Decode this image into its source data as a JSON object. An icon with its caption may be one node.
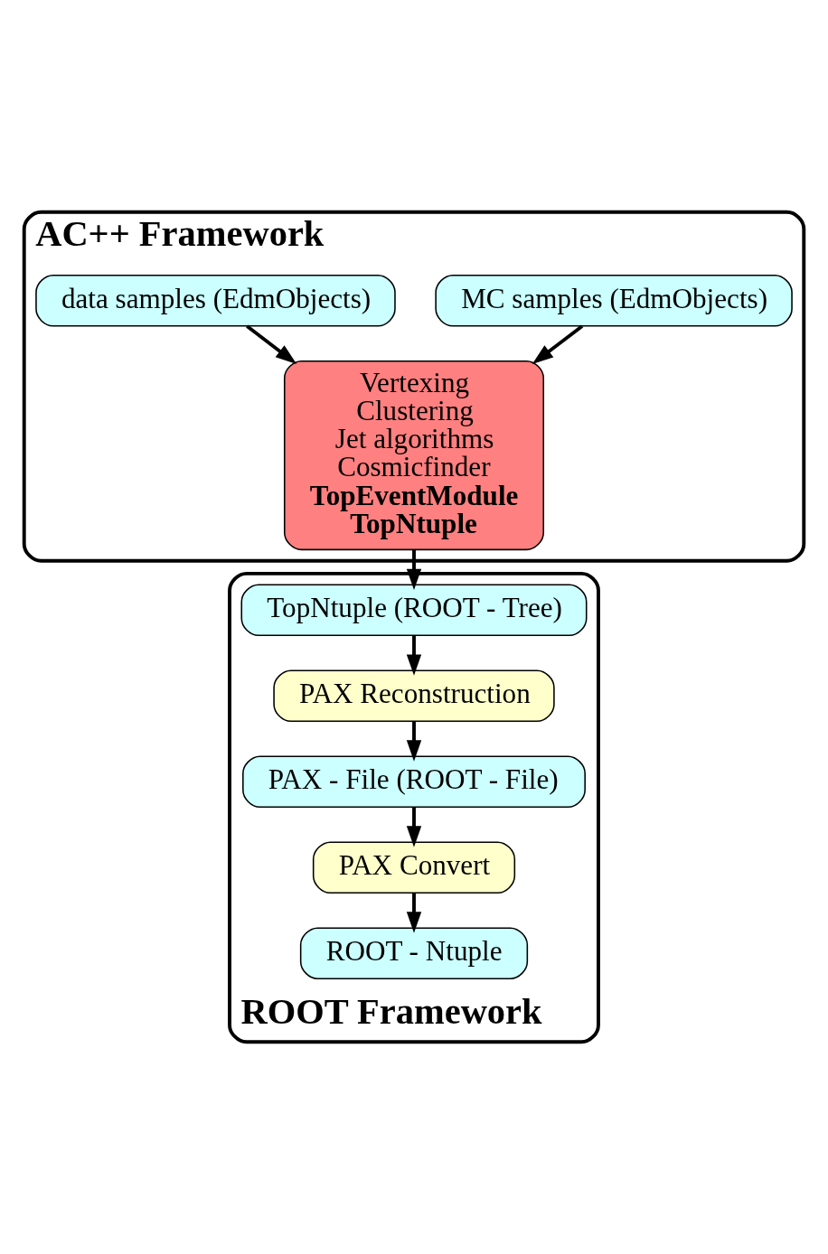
{
  "diagram": {
    "nodes": [
      {
        "text": [
          "AC++ Framework"
        ]
      },
      {
        "text": [
          "data samples (EdmObjects)"
        ],
        "in": 0
      },
      {
        "text": [
          "MC samples (EdmObjects)"
        ],
        "in": 0
      },
      {
        "text": [
          "Vertexing",
          "Clustering",
          "Jet algorithms",
          "Cosmicfinder",
          "**TopEventModule**",
          "**TopNtuple**"
        ],
        "in": 0
      },
      {
        "text": [
          "ROOT Framework"
        ]
      },
      {
        "text": [
          "TopNtuple (ROOT - Tree)"
        ],
        "in": 4
      },
      {
        "text": [
          "PAX Reconstruction"
        ],
        "in": 4
      },
      {
        "text": [
          "PAX - File (ROOT - File)"
        ],
        "in": 4
      },
      {
        "text": [
          "PAX Convert"
        ],
        "in": 4
      },
      {
        "text": [
          "ROOT - Ntuple"
        ],
        "in": 4
      }
    ],
    "edges": [
      {
        "from": 1,
        "to": 3,
        "arrow": "to"
      },
      {
        "from": 2,
        "to": 3,
        "arrow": "to"
      },
      {
        "from": 3,
        "to": 5,
        "arrow": "to"
      },
      {
        "from": 5,
        "to": 6,
        "arrow": "to"
      },
      {
        "from": 6,
        "to": 7,
        "arrow": "to"
      },
      {
        "from": 7,
        "to": 8,
        "arrow": "to"
      },
      {
        "from": 8,
        "to": 9,
        "arrow": "to"
      }
    ]
  }
}
